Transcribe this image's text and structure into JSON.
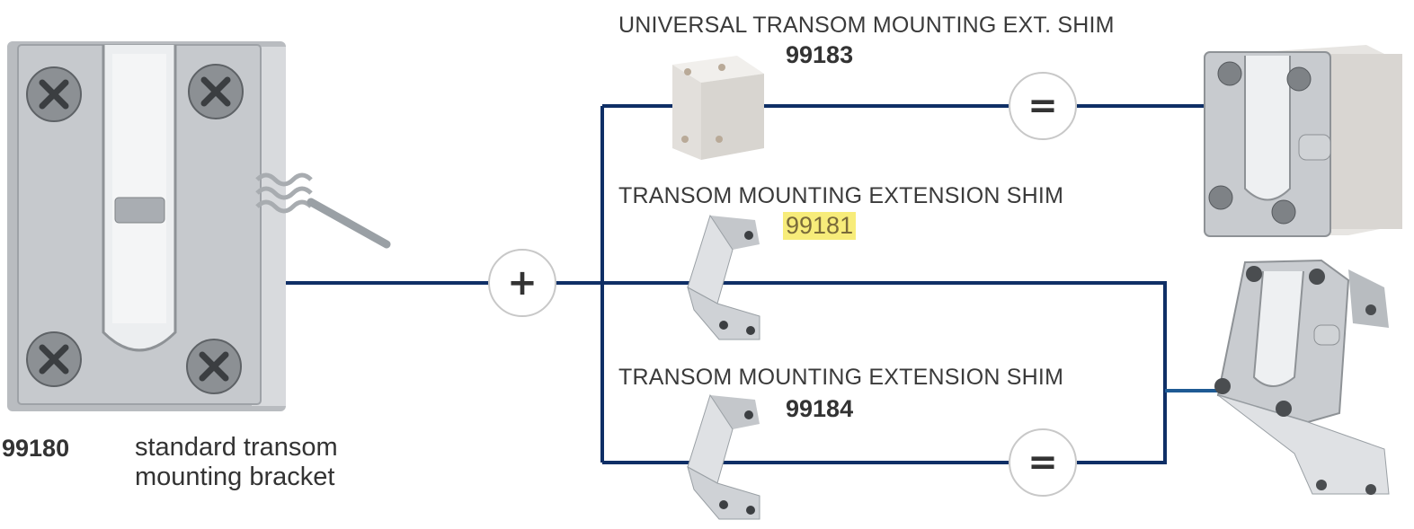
{
  "colors": {
    "connector_line": "#0f2f66",
    "connector_line_light": "#1e5a94",
    "highlight": "#f7ec7a"
  },
  "bracket": {
    "code": "99180",
    "label": "standard transom mounting bracket"
  },
  "operators": {
    "plus": "+",
    "equals": "="
  },
  "shims": [
    {
      "title": "UNIVERSAL TRANSOM MOUNTING EXT. SHIM",
      "code": "99183"
    },
    {
      "title": "TRANSOM MOUNTING EXTENSION SHIM",
      "code": "99181"
    },
    {
      "title": "TRANSOM MOUNTING EXTENSION SHIM",
      "code": "99184"
    }
  ]
}
